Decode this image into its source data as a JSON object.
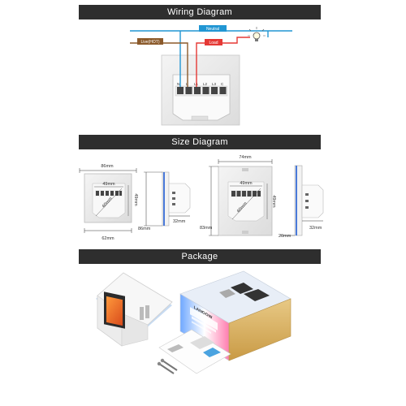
{
  "sections": {
    "wiring_title": "Wiring Diagram",
    "size_title": "Size Diagram",
    "package_title": "Package"
  },
  "wiring": {
    "neutral_label": "Neutral",
    "live_label": "Live(HOT)",
    "load_label": "Load",
    "terminals": [
      "N",
      "L",
      "L1",
      "L2",
      "L3",
      "C"
    ],
    "colors": {
      "neutral": "#2196d3",
      "live": "#8b5a2b",
      "load": "#e53935"
    }
  },
  "size_left": {
    "width_top": "86mm",
    "inner_width": "49mm",
    "inner_height": "49mm",
    "diagonal": "60mm",
    "width_bottom": "62mm",
    "height": "86mm",
    "depth": "32mm"
  },
  "size_right": {
    "width_top": "74mm",
    "inner_width": "49mm",
    "inner_height": "49mm",
    "diagonal": "60mm",
    "height": "83mm",
    "depth": "32mm",
    "depth_plate": "20mm"
  },
  "package": {
    "brand": "LANGOW"
  }
}
